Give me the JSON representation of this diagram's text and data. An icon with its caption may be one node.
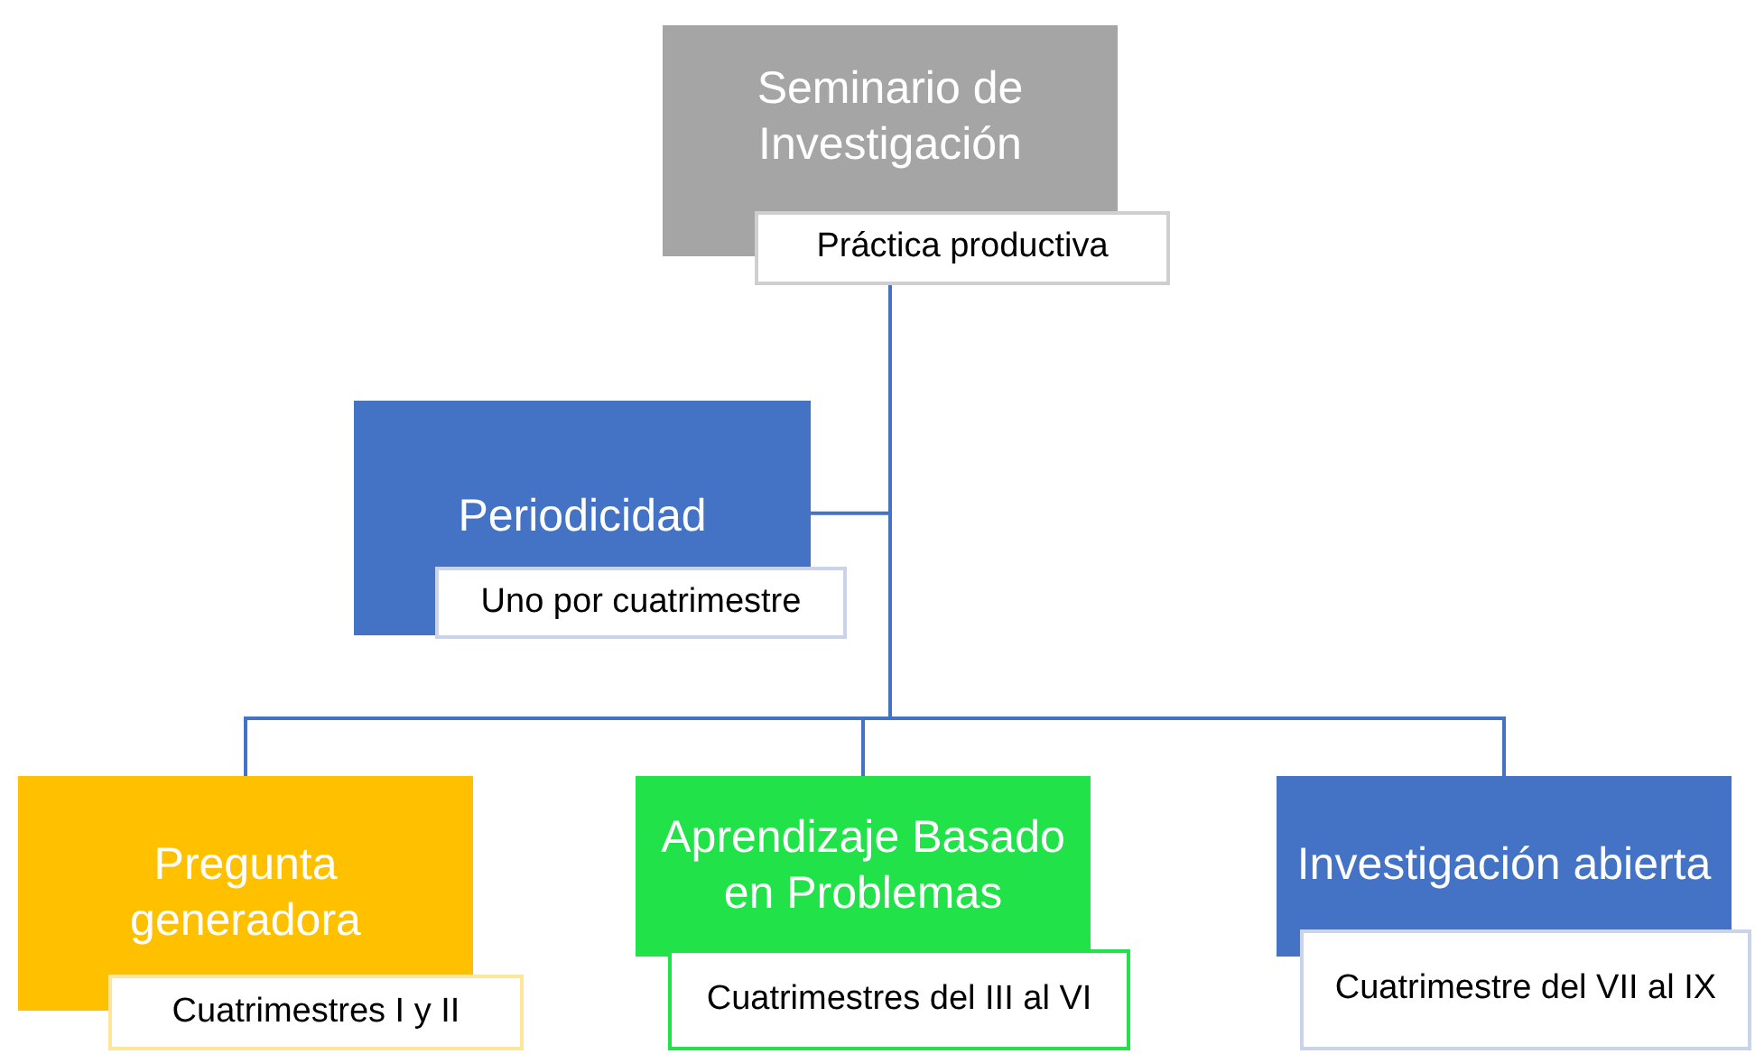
{
  "diagram": {
    "nodes": [
      {
        "text": [
          "Seminario de Investigación",
          "Práctica productiva"
        ]
      },
      {
        "text": [
          "Periodicidad",
          "Uno por cuatrimestre"
        ]
      },
      {
        "text": [
          "Pregunta generadora",
          "Cuatrimestres I y II"
        ]
      },
      {
        "text": [
          "Aprendizaje Basado en Problemas",
          "Cuatrimestres del III al VI"
        ]
      },
      {
        "text": [
          "Investigación abierta",
          "Cuatrimestre del VII al IX"
        ]
      }
    ],
    "edges": [
      {
        "from": 0,
        "to": 1,
        "arrow": "none"
      },
      {
        "from": 0,
        "to": 2,
        "arrow": "none"
      },
      {
        "from": 0,
        "to": 3,
        "arrow": "none"
      },
      {
        "from": 0,
        "to": 4,
        "arrow": "none"
      }
    ]
  }
}
